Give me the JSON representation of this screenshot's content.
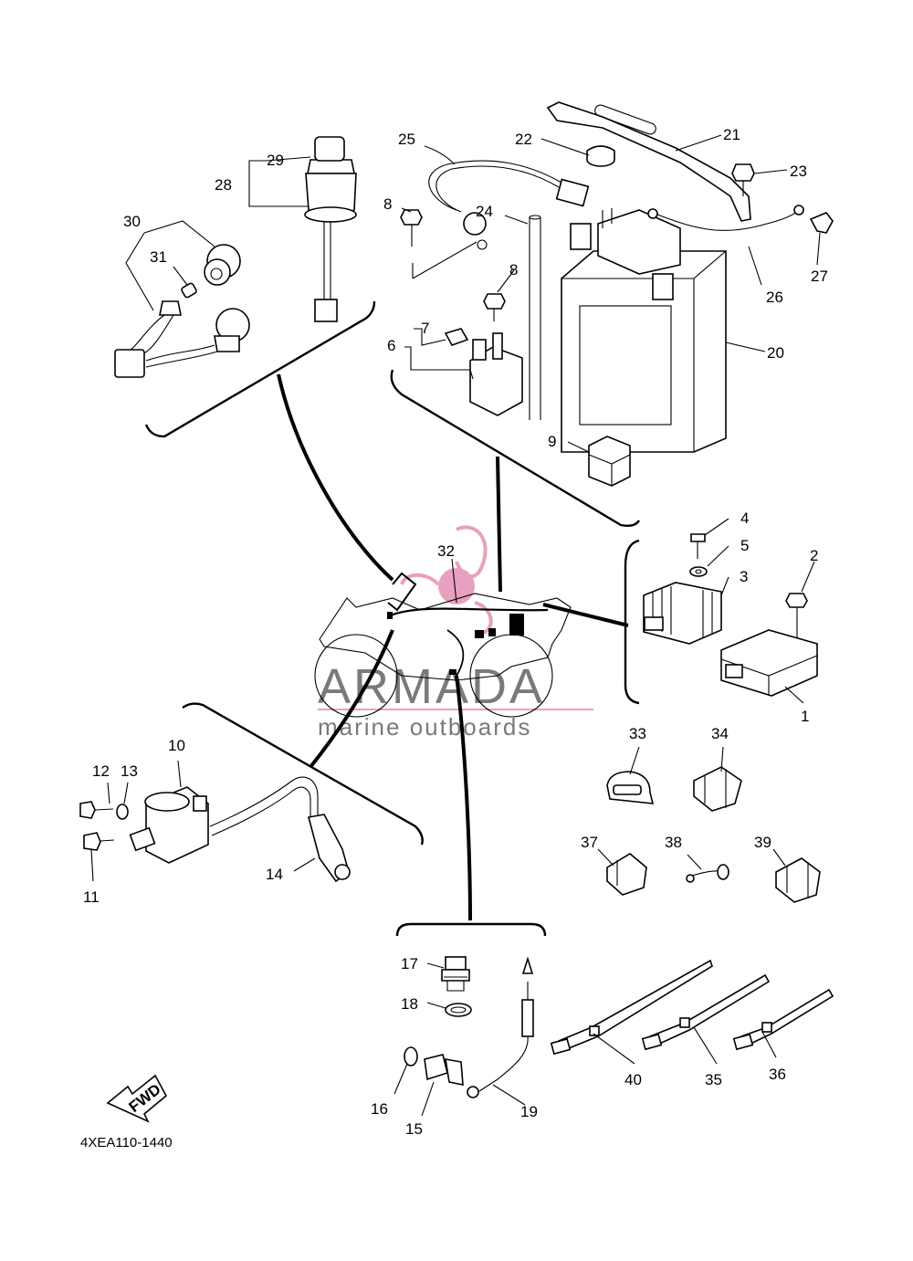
{
  "diagram_code": "4XEA110-1440",
  "fwd_label": "FWD",
  "watermark": {
    "brand": "ARMADA",
    "tagline": "marine outboards",
    "accent_color": "#e8a0c0",
    "text_color": "#7a7a7a"
  },
  "part_labels": {
    "p1": "1",
    "p2": "2",
    "p3": "3",
    "p4": "4",
    "p5": "5",
    "p6": "6",
    "p7": "7",
    "p8a": "8",
    "p8b": "8",
    "p9": "9",
    "p10": "10",
    "p11": "11",
    "p12": "12",
    "p13": "13",
    "p14": "14",
    "p15": "15",
    "p16": "16",
    "p17": "17",
    "p18": "18",
    "p19": "19",
    "p20": "20",
    "p21": "21",
    "p22": "22",
    "p23": "23",
    "p24": "24",
    "p25": "25",
    "p26": "26",
    "p27": "27",
    "p28": "28",
    "p29": "29",
    "p30": "30",
    "p31": "31",
    "p32": "32",
    "p33": "33",
    "p34": "34",
    "p35": "35",
    "p36": "36",
    "p37": "37",
    "p38": "38",
    "p39": "39",
    "p40": "40"
  }
}
